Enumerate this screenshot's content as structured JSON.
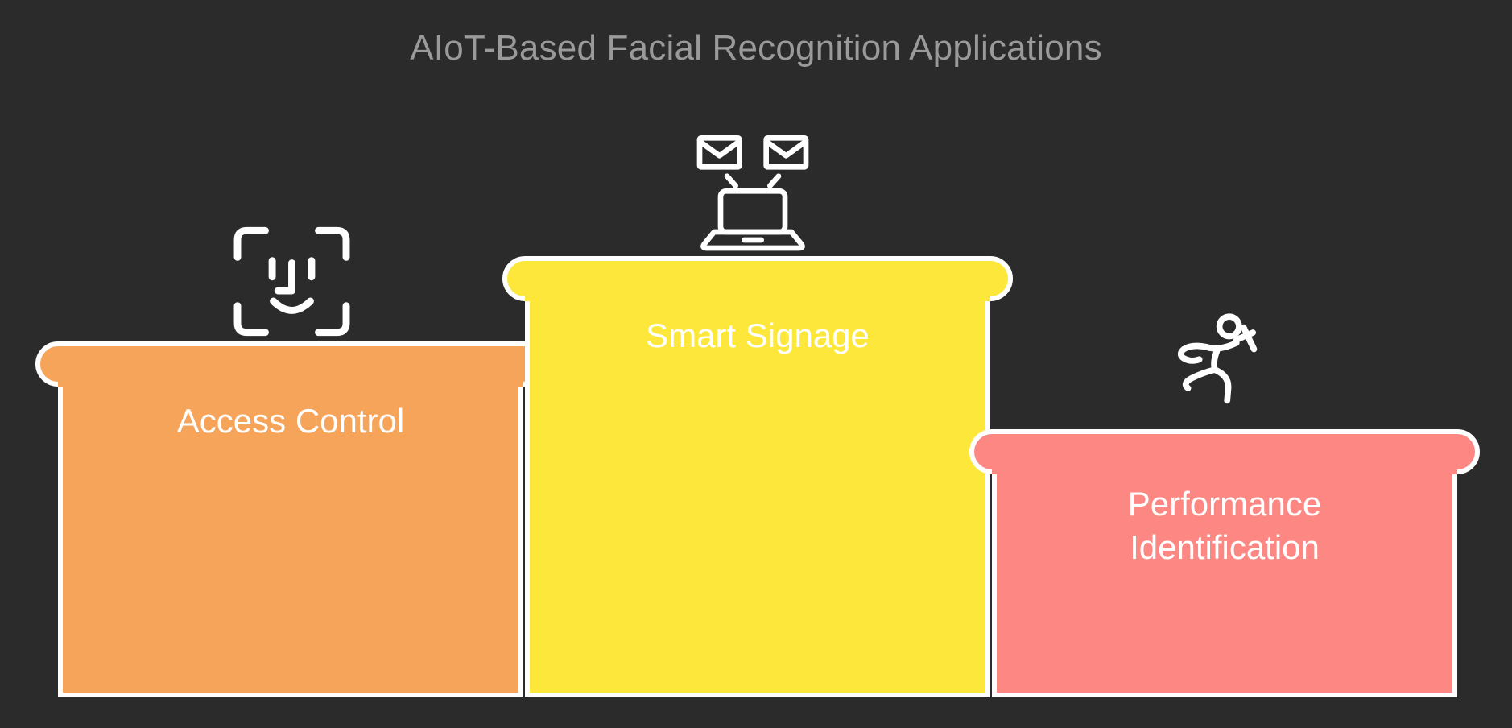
{
  "page": {
    "background_color": "#2b2b2b",
    "title": "AIoT-Based Facial Recognition Applications",
    "title_color": "#9a9a9a",
    "outline_color": "#ffffff"
  },
  "chart_data": {
    "type": "bar",
    "title": "AIoT-Based Facial Recognition Applications",
    "xlabel": "",
    "ylabel": "",
    "categories": [
      "Access Control",
      "Smart Signage",
      "Performance Identification"
    ],
    "values": [
      3,
      4,
      2
    ],
    "ylim": [
      0,
      5
    ],
    "grid": false,
    "legend": "none",
    "colors": [
      "#f7a45b",
      "#fce73a",
      "#fc8783"
    ],
    "bars": [
      {
        "label": "Access Control",
        "label_lines": [
          "Access Control"
        ],
        "color": "#f7a45b",
        "value": 3,
        "icon": "face-scan-icon"
      },
      {
        "label": "Smart Signage",
        "label_lines": [
          "Smart Signage"
        ],
        "color": "#fce73a",
        "value": 4,
        "icon": "laptop-mail-icon"
      },
      {
        "label": "Performance Identification",
        "label_lines": [
          "Performance",
          "Identification"
        ],
        "color": "#fc8783",
        "value": 2,
        "icon": "running-person-icon"
      }
    ]
  },
  "bars": {
    "access_control": {
      "label": "Access Control"
    },
    "smart_signage": {
      "label": "Smart Signage"
    },
    "performance_identification": {
      "line1": "Performance",
      "line2": "Identification"
    }
  }
}
